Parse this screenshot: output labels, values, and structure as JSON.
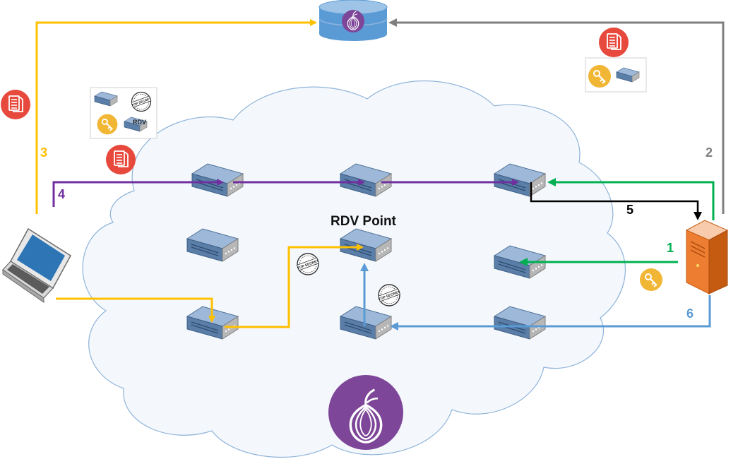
{
  "diagram": {
    "rdv_label": "RDV Point",
    "rdv_card_label": "RDV",
    "stamp_text": "TOP SECRET",
    "step_labels": {
      "s1": "1",
      "s2": "2",
      "s3": "3",
      "s4": "4",
      "s5": "5",
      "s6": "6"
    }
  },
  "colors": {
    "yellow": "#FFC000",
    "green": "#00B050",
    "gray": "#7F7F7F",
    "purple": "#7030A0",
    "black": "#000000",
    "blue": "#5B9BD5",
    "cloud_fill": "#F4F8FC",
    "cloud_stroke": "#8FB4DA",
    "tor_purple": "#7D4698"
  },
  "icons": [
    "database-icon",
    "laptop-icon",
    "server-icon",
    "router-icon",
    "key-icon",
    "document-icon",
    "top-secret-stamp-icon",
    "tor-onion-icon"
  ]
}
